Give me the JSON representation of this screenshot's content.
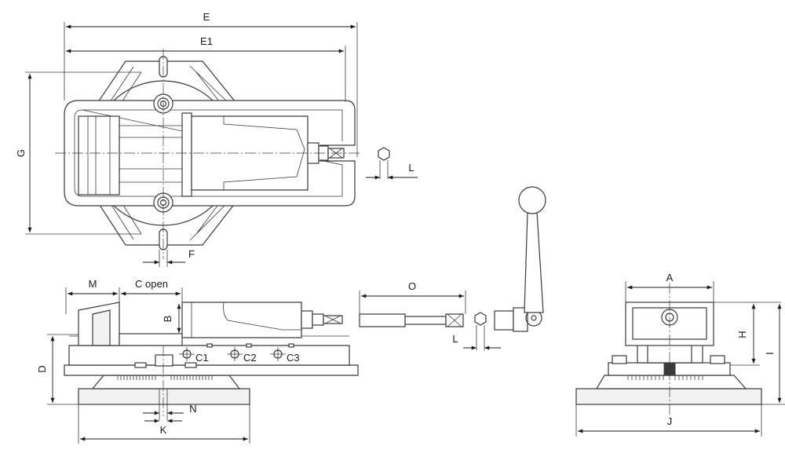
{
  "labels": {
    "E": "E",
    "E1": "E1",
    "G": "G",
    "L_top": "L",
    "F": "F",
    "M": "M",
    "C_open": "C open",
    "B": "B",
    "D": "D",
    "C1": "C1",
    "C2": "C2",
    "C3": "C3",
    "N": "N",
    "K": "K",
    "O": "O",
    "L_mid": "L",
    "A": "A",
    "H": "H",
    "I": "I",
    "J": "J"
  }
}
